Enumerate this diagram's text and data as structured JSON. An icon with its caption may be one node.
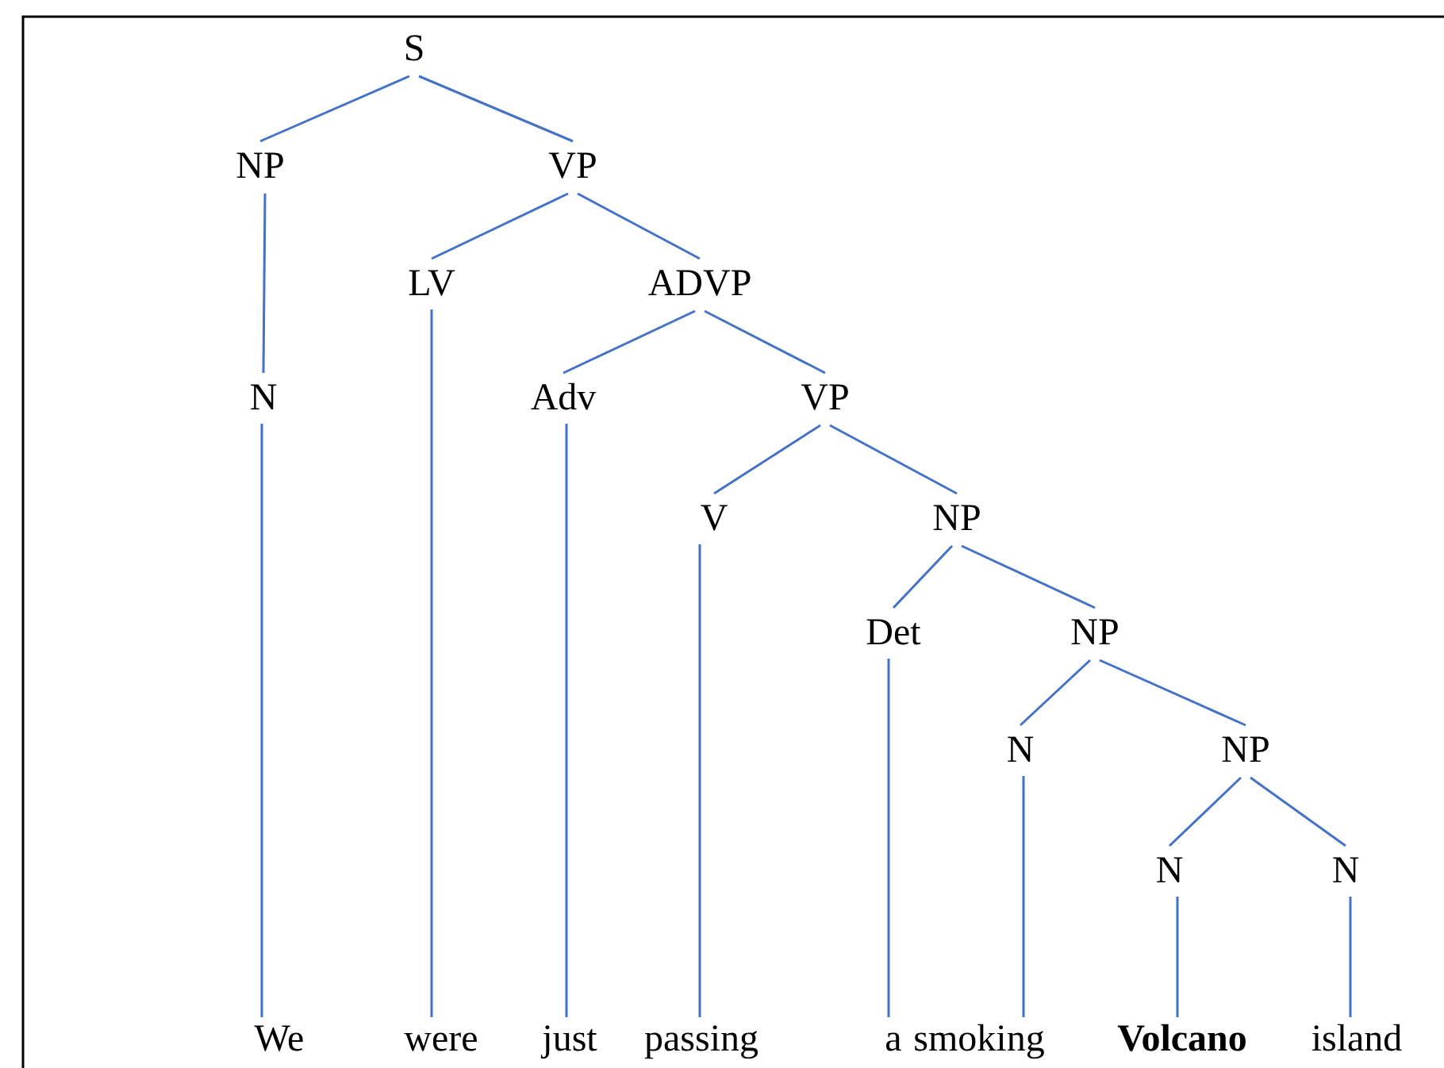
{
  "diagram": {
    "nodes": [
      {
        "text": [
          "S"
        ]
      },
      {
        "text": [
          "NP"
        ]
      },
      {
        "text": [
          "VP"
        ]
      },
      {
        "text": [
          "LV"
        ]
      },
      {
        "text": [
          "ADVP"
        ]
      },
      {
        "text": [
          "N"
        ]
      },
      {
        "text": [
          "Adv"
        ]
      },
      {
        "text": [
          "VP"
        ]
      },
      {
        "text": [
          "V"
        ]
      },
      {
        "text": [
          "NP"
        ]
      },
      {
        "text": [
          "Det"
        ]
      },
      {
        "text": [
          "NP"
        ]
      },
      {
        "text": [
          "N"
        ]
      },
      {
        "text": [
          "NP"
        ]
      },
      {
        "text": [
          "N"
        ]
      },
      {
        "text": [
          "N"
        ]
      },
      {
        "text": [
          "We"
        ]
      },
      {
        "text": [
          "were"
        ]
      },
      {
        "text": [
          "just"
        ]
      },
      {
        "text": [
          "passing"
        ]
      },
      {
        "text": [
          "a"
        ]
      },
      {
        "text": [
          "smoking"
        ]
      },
      {
        "text": [
          "**Volcano**"
        ]
      },
      {
        "text": [
          "island"
        ]
      }
    ],
    "edges": [
      {
        "from": 0,
        "to": 1,
        "arrow": "none"
      },
      {
        "from": 0,
        "to": 2,
        "arrow": "none"
      },
      {
        "from": 1,
        "to": 5,
        "arrow": "none"
      },
      {
        "from": 2,
        "to": 3,
        "arrow": "none"
      },
      {
        "from": 2,
        "to": 4,
        "arrow": "none"
      },
      {
        "from": 4,
        "to": 6,
        "arrow": "none"
      },
      {
        "from": 4,
        "to": 7,
        "arrow": "none"
      },
      {
        "from": 7,
        "to": 8,
        "arrow": "none"
      },
      {
        "from": 7,
        "to": 9,
        "arrow": "none"
      },
      {
        "from": 9,
        "to": 10,
        "arrow": "none"
      },
      {
        "from": 9,
        "to": 11,
        "arrow": "none"
      },
      {
        "from": 11,
        "to": 12,
        "arrow": "none"
      },
      {
        "from": 11,
        "to": 13,
        "arrow": "none"
      },
      {
        "from": 13,
        "to": 14,
        "arrow": "none"
      },
      {
        "from": 13,
        "to": 15,
        "arrow": "none"
      },
      {
        "from": 5,
        "to": 16,
        "arrow": "none"
      },
      {
        "from": 3,
        "to": 17,
        "arrow": "none"
      },
      {
        "from": 6,
        "to": 18,
        "arrow": "none"
      },
      {
        "from": 8,
        "to": 19,
        "arrow": "none"
      },
      {
        "from": 10,
        "to": 20,
        "arrow": "none"
      },
      {
        "from": 12,
        "to": 21,
        "arrow": "none"
      },
      {
        "from": 14,
        "to": 22,
        "arrow": "none"
      },
      {
        "from": 15,
        "to": 23,
        "arrow": "none"
      }
    ]
  }
}
